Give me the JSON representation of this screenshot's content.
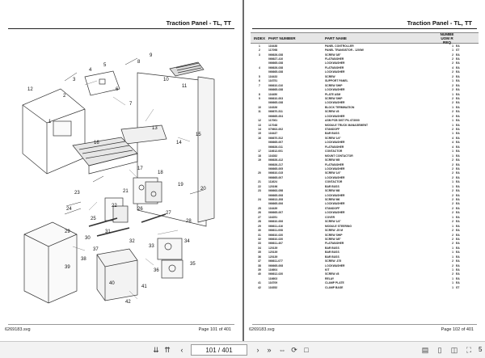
{
  "left_page": {
    "title": "Traction Panel - TL, TT",
    "file_label": "6269183.svg",
    "page_label": "Page 101 of 401",
    "callouts": [
      "1",
      "2",
      "3",
      "4",
      "5",
      "6",
      "7",
      "8",
      "9",
      "10",
      "11",
      "12",
      "13",
      "14",
      "15",
      "16",
      "17",
      "18",
      "19",
      "20",
      "21",
      "22",
      "23",
      "24",
      "25",
      "26",
      "27",
      "28",
      "29",
      "30",
      "31",
      "32",
      "33",
      "34",
      "35",
      "36",
      "37",
      "38",
      "39",
      "40",
      "41",
      "42"
    ]
  },
  "right_page": {
    "title": "Traction Panel - TL, TT",
    "file_label": "6269183.svg",
    "page_label": "Page 102 of 401",
    "table": {
      "headers": {
        "index": "INDEX",
        "part": "PART NUMBER",
        "name": "PART NAME",
        "num": "NUMBE UOM R REQ",
        "uom": ""
      },
      "rows": [
        [
          "1",
          "116438",
          "PANEL CONTROLLER",
          "1",
          "EA"
        ],
        [
          "2",
          "117098",
          "PANEL TRANSISTOR - 1200W",
          "1",
          "ST"
        ],
        [
          "3",
          "066626-038",
          "SCREW 3/8\"",
          "2",
          "EA"
        ],
        [
          "",
          "066627-410",
          "FLATWASHER",
          "2",
          "EA"
        ],
        [
          "",
          "066665-038",
          "LOCKWASHER",
          "2",
          "EA"
        ],
        [
          "4",
          "066626-038",
          "FLATWASHER",
          "4",
          "EA"
        ],
        [
          "",
          "066665-038",
          "LOCKWASHER",
          "2",
          "EA"
        ],
        [
          "5",
          "116433",
          "SCREW",
          "2",
          "EA"
        ],
        [
          "6",
          "116751",
          "SUPPORT PANEL",
          "1",
          "EA"
        ],
        [
          "7",
          "066610-010",
          "SCREW SHIP",
          "2",
          "EA"
        ],
        [
          "",
          "066665-038",
          "LOCKWASHER",
          "2",
          "EA"
        ],
        [
          "8",
          "116450",
          "PLATE ASM",
          "1",
          "EA"
        ],
        [
          "9",
          "066610-003",
          "SCREW SHIP",
          "2",
          "EA"
        ],
        [
          "",
          "066665-038",
          "LOCKWASHER",
          "2",
          "EA"
        ],
        [
          "10",
          "116326",
          "BLOCK TERMINATION",
          "1",
          "EA"
        ],
        [
          "11",
          "066670-511",
          "SCREW #8",
          "2",
          "EA"
        ],
        [
          "",
          "066665-004",
          "LOCKWASHER",
          "2",
          "EA"
        ],
        [
          "12",
          "117061",
          "ASM PCB DIST PIL 673000",
          "1",
          "EA"
        ],
        [
          "13",
          "117048",
          "MODULE TRUCK MANAGEMENT",
          "1",
          "EA"
        ],
        [
          "14",
          "070602-002",
          "STANDOFF",
          "2",
          "EA"
        ],
        [
          "15",
          "116437",
          "BAR BUSS",
          "1",
          "EA"
        ],
        [
          "16",
          "066670-512",
          "SCREW 1/4\"",
          "4",
          "EA"
        ],
        [
          "",
          "066665-007",
          "LOCKWASHER",
          "4",
          "EA"
        ],
        [
          "",
          "066626-011",
          "FLATWASHER",
          "4",
          "EA"
        ],
        [
          "17",
          "116612-001",
          "CONTACTOR",
          "1",
          "EA"
        ],
        [
          "18",
          "116282",
          "MOUNT CONTACTOR",
          "1",
          "EA"
        ],
        [
          "19",
          "066626-412",
          "SCREW M5",
          "2",
          "EA"
        ],
        [
          "",
          "066626-217",
          "FLATWASHER",
          "2",
          "EA"
        ],
        [
          "",
          "066665-005",
          "LOCKWASHER",
          "2",
          "EA"
        ],
        [
          "20",
          "066610-015",
          "SCREW 1/4\"",
          "2",
          "EA"
        ],
        [
          "",
          "066665-007",
          "LOCKWASHER",
          "2",
          "EA"
        ],
        [
          "21",
          "111624",
          "CONTACTOR",
          "1",
          "EA"
        ],
        [
          "22",
          "120196",
          "BAR BUSS",
          "1",
          "EA"
        ],
        [
          "23",
          "066663-058",
          "SCREW M8",
          "2",
          "EA"
        ],
        [
          "",
          "066665-008",
          "LOCKWASHER",
          "2",
          "EA"
        ],
        [
          "24",
          "066613-208",
          "SCREW M6",
          "2",
          "EA"
        ],
        [
          "",
          "066665-006",
          "LOCKWASHER",
          "2",
          "EA"
        ],
        [
          "25",
          "116439",
          "STANDOFF",
          "2",
          "EA"
        ],
        [
          "26",
          "066665-007",
          "LOCKWASHER",
          "2",
          "EA"
        ],
        [
          "27",
          "116251",
          "COVER",
          "1",
          "EA"
        ],
        [
          "28",
          "066610-006",
          "SCREW 1/4\"",
          "2",
          "EA"
        ],
        [
          "29",
          "066611-416",
          "MODULE STEERING",
          "1",
          "EA"
        ],
        [
          "30",
          "066611-008",
          "SCREW .25 M",
          "2",
          "EA"
        ],
        [
          "31",
          "066610-020",
          "SCREW SHIP",
          "2",
          "EA"
        ],
        [
          "32",
          "066610-020",
          "SCREW 3/8\"",
          "2",
          "EA"
        ],
        [
          "33",
          "066611-407",
          "FLATWASHER",
          "2",
          "EA"
        ],
        [
          "34",
          "120139",
          "BAR BUSS",
          "1",
          "EA"
        ],
        [
          "35",
          "120139",
          "BAR BUSS",
          "1",
          "EA"
        ],
        [
          "36",
          "120139",
          "BAR BUSS",
          "1",
          "EA"
        ],
        [
          "37",
          "066611-077",
          "SCREW .375",
          "2",
          "EA"
        ],
        [
          "38",
          "066665-008",
          "LOCKWASHER",
          "2",
          "EA"
        ],
        [
          "39",
          "116604",
          "KIT",
          "1",
          "EA"
        ],
        [
          "40",
          "066612-020",
          "SCREW #8",
          "2",
          "EA"
        ],
        [
          "",
          "116603",
          "RELAY",
          "1",
          "EA"
        ],
        [
          "41",
          "116709",
          "CLAMP PLATE",
          "1",
          "EA"
        ],
        [
          "42",
          "116352",
          "CLAMP BASE",
          "1",
          "ST"
        ]
      ]
    }
  },
  "toolbar": {
    "page_indicator": "101 / 401",
    "edge_number": "5",
    "icons": [
      "double-chevron-down-icon",
      "double-chevron-up-icon",
      "chevron-left-icon",
      "page-indicator",
      "chevron-right-icon",
      "double-chevron-right-icon",
      "fit-width-icon",
      "rotate-icon",
      "fit-page-icon",
      "thumbnails-icon",
      "single-page-icon",
      "two-page-icon",
      "fullscreen-icon"
    ]
  },
  "colors": {
    "viewer_bg": "#6b6b6b",
    "page_bg": "#ffffff",
    "toolbar_bg": "#f2f2f2",
    "header_bg": "#e6e6e6"
  }
}
